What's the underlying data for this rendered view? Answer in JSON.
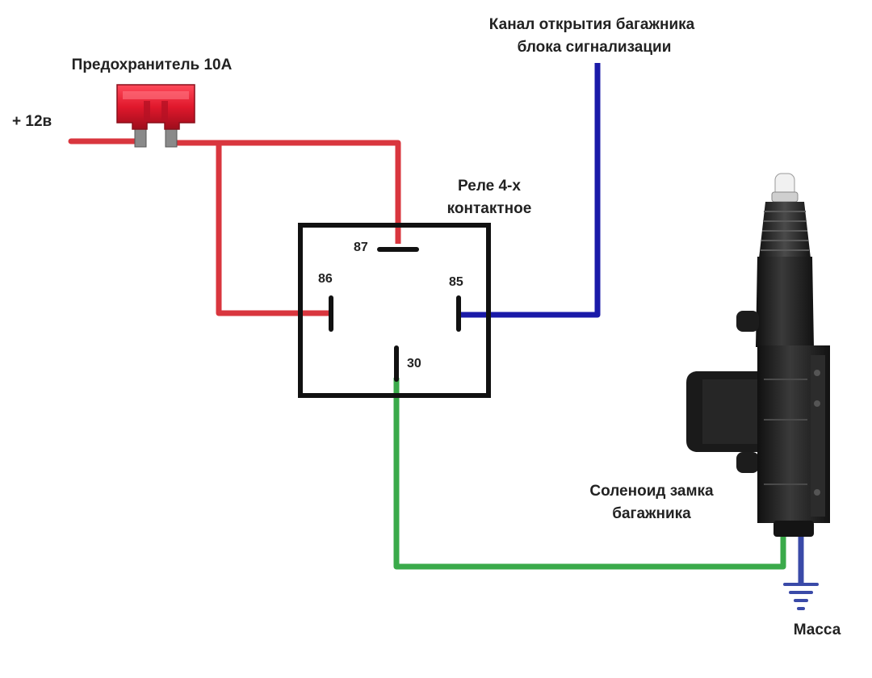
{
  "labels": {
    "supply": "+ 12в",
    "fuse": "Предохранитель 10А",
    "alarm_line1": "Канал открытия багажника",
    "alarm_line2": "блока сигнализации",
    "relay_line1": "Реле 4-х",
    "relay_line2": "контактное",
    "solenoid_line1": "Соленоид замка",
    "solenoid_line2": "багажника",
    "ground": "Масса"
  },
  "pins": {
    "p87": "87",
    "p86": "86",
    "p85": "85",
    "p30": "30"
  },
  "colors": {
    "wire_power": "#d9363e",
    "wire_signal": "#1a1aa8",
    "wire_output": "#3aaa4a",
    "wire_ground": "#3a4aa8",
    "relay_outline": "#111111",
    "fuse_body": "#e0182c",
    "solenoid_body": "#1e1e1e"
  },
  "icons": {
    "fuse": "fuse-icon",
    "relay": "relay-icon",
    "solenoid": "solenoid-actuator-icon",
    "ground": "ground-symbol-icon"
  }
}
